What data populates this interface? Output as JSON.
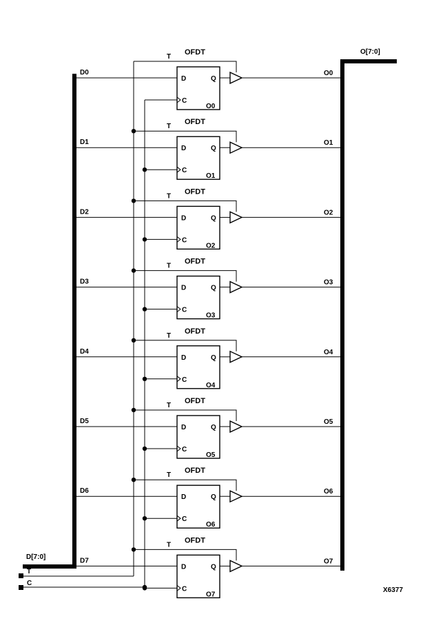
{
  "buses": {
    "input_label": "D[7:0]",
    "output_label": "O[7:0]"
  },
  "control_inputs": {
    "t_label": "T",
    "c_label": "C"
  },
  "cell_type": "OFDT",
  "cell_pins": {
    "d": "D",
    "q": "Q",
    "c": "C",
    "t": "T"
  },
  "stages": [
    {
      "d_label": "D0",
      "out_label": "O0",
      "instance": "O0"
    },
    {
      "d_label": "D1",
      "out_label": "O1",
      "instance": "O1"
    },
    {
      "d_label": "D2",
      "out_label": "O2",
      "instance": "O2"
    },
    {
      "d_label": "D3",
      "out_label": "O3",
      "instance": "O3"
    },
    {
      "d_label": "D4",
      "out_label": "O4",
      "instance": "O4"
    },
    {
      "d_label": "D5",
      "out_label": "O5",
      "instance": "O5"
    },
    {
      "d_label": "D6",
      "out_label": "O6",
      "instance": "O6"
    },
    {
      "d_label": "D7",
      "out_label": "O7",
      "instance": "O7"
    }
  ],
  "figure_id": "X6377"
}
